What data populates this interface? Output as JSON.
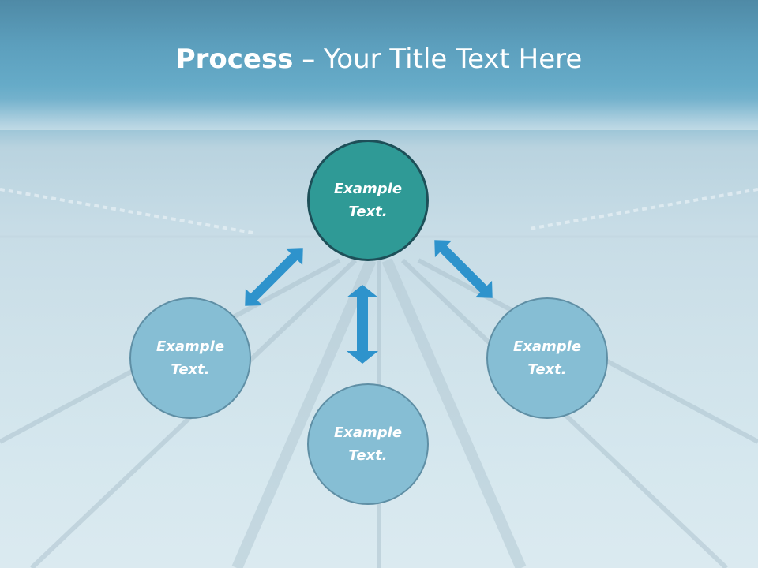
{
  "title": {
    "strong": "Process",
    "rest": " – Your Title Text Here"
  },
  "nodes": {
    "top": "Example\nText.",
    "left": "Example\nText.",
    "right": "Example\nText.",
    "bottom": "Example\nText."
  },
  "colors": {
    "center_fill": "#2f9a96",
    "node_fill": "#86bed4",
    "arrow": "#2e93cc"
  },
  "icons": {
    "arrows": "double-headed-arrow-icon"
  }
}
